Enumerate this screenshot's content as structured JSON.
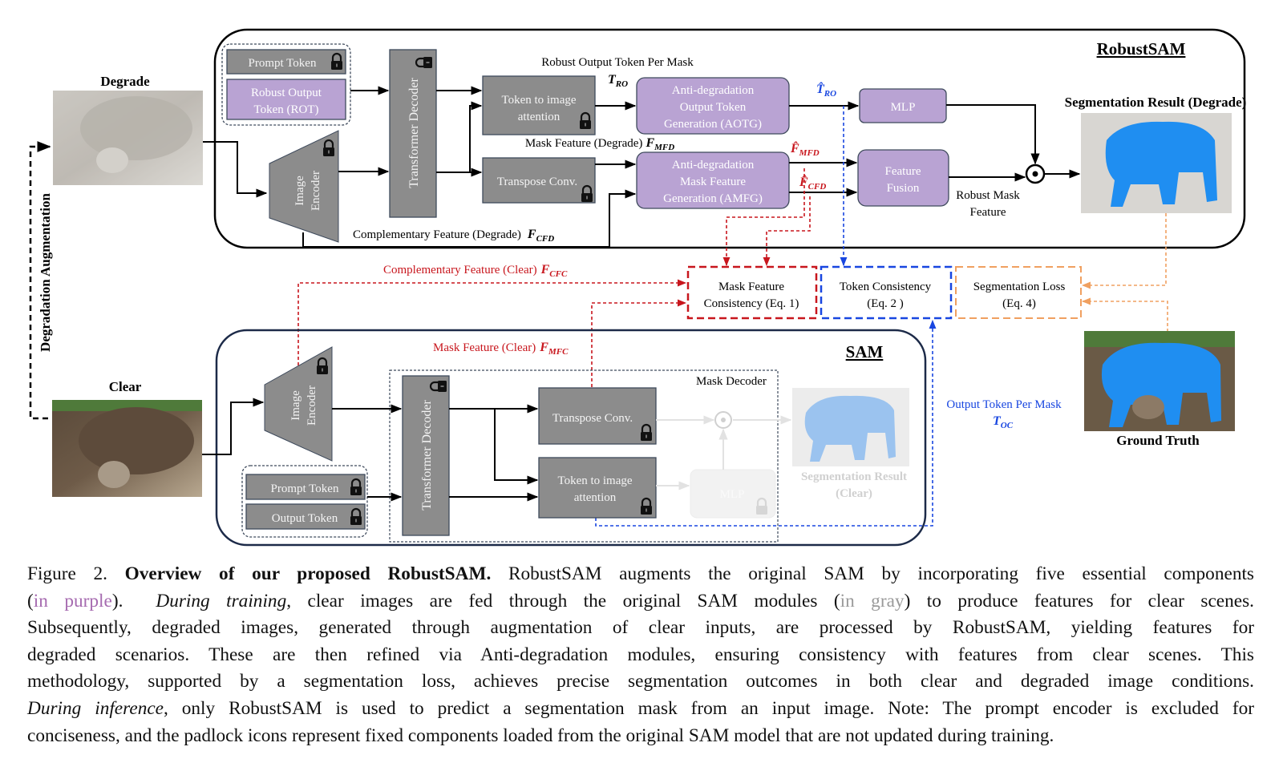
{
  "colors": {
    "sam_gray": "#8c8c8c",
    "robust_purple": "#b9a3d3",
    "box_border": "#3e4a5c",
    "mask_consistency": "#c8161d",
    "token_consistency": "#1846e0",
    "segmentation_loss": "#f0a060",
    "mask_fill": "#1f8ef1"
  },
  "inputs": {
    "degrade_label": "Degrade",
    "clear_label": "Clear",
    "augmentation_label": "Degradation Augmentation"
  },
  "robustsam": {
    "title": "RobustSAM",
    "prompt_token": "Prompt Token",
    "rot_line1": "Robust Output",
    "rot_line2": "Token (ROT)",
    "image_encoder_line1": "Image",
    "image_encoder_line2": "Encoder",
    "transformer_decoder": "Transformer Decoder",
    "token_to_image_line1": "Token to image",
    "token_to_image_line2": "attention",
    "transpose_conv": "Transpose Conv.",
    "robust_output_token_label": "Robust Output Token Per Mask",
    "t_ro": "T",
    "t_ro_sub": "RO",
    "mask_feature_label": "Mask Feature (Degrade)",
    "f_mfd": "F",
    "f_mfd_sub": "MFD",
    "complementary_label": "Complementary Feature (Degrade)",
    "f_cfd": "F",
    "f_cfd_sub": "CFD",
    "aotg_line1": "Anti-degradation",
    "aotg_line2": "Output Token",
    "aotg_line3": "Generation (AOTG)",
    "amfg_line1": "Anti-degradation",
    "amfg_line2": "Mask Feature",
    "amfg_line3": "Generation (AMFG)",
    "t_ro_hat": "T̂",
    "t_ro_hat_sub": "RO",
    "f_mfd_hat": "F̂",
    "f_mfd_hat_sub": "MFD",
    "f_cfd_hat": "F̂",
    "f_cfd_hat_sub": "CFD",
    "mlp": "MLP",
    "feature_fusion_line1": "Feature",
    "feature_fusion_line2": "Fusion",
    "robust_mask_line1": "Robust Mask",
    "robust_mask_line2": "Feature",
    "seg_result_label": "Segmentation Result (Degrade)"
  },
  "losses": {
    "complementary_clear_label": "Complementary Feature (Clear)",
    "f_cfc": "F",
    "f_cfc_sub": "CFC",
    "mask_consistency_line1": "Mask Feature",
    "mask_consistency_line2": "Consistency (Eq. 1)",
    "token_consistency_line1": "Token Consistency",
    "token_consistency_line2": "(Eq. 2 )",
    "seg_loss_line1": "Segmentation Loss",
    "seg_loss_line2": "(Eq. 4)",
    "mask_feature_clear_label": "Mask Feature (Clear)",
    "f_mfc": "F",
    "f_mfc_sub": "MFC",
    "output_token_label": "Output Token Per Mask",
    "t_oc": "T",
    "t_oc_sub": "OC",
    "ground_truth_label": "Ground Truth"
  },
  "sam": {
    "title": "SAM",
    "image_encoder_line1": "Image",
    "image_encoder_line2": "Encoder",
    "mask_decoder_label": "Mask Decoder",
    "transformer_decoder": "Transformer Decoder",
    "transpose_conv": "Transpose Conv.",
    "token_to_image_line1": "Token to image",
    "token_to_image_line2": "attention",
    "mlp": "MLP",
    "prompt_token": "Prompt Token",
    "output_token": "Output Token",
    "seg_result_line1": "Segmentation Result",
    "seg_result_line2": "(Clear)"
  },
  "caption": {
    "figure_num": "Figure 2.",
    "bold_title": "Overview of our proposed RobustSAM.",
    "l1_rest": "RobustSAM augments the original SAM by incorporating five essential components",
    "l2_open": "(",
    "l2_purple": "in purple",
    "l2_close": ").",
    "l2_italic": "During training",
    "l2_a": ", clear images are fed through the original SAM modules (",
    "l2_gray": "in gray",
    "l2_b": ") to produce features for clear scenes.",
    "l3": "Subsequently, degraded images, generated through augmentation of clear inputs, are processed by RobustSAM, yielding features for",
    "l4": "degraded scenarios.  These are then refined via Anti-degradation modules, ensuring consistency with features from clear scenes.  This",
    "l5": "methodology, supported by a segmentation loss, achieves precise segmentation outcomes in both clear and degraded image conditions.",
    "l6_italic": "During inference",
    "l6_rest": ", only RobustSAM is used to predict a segmentation mask from an input image. Note: The prompt encoder is excluded for",
    "l7": "conciseness, and the padlock icons represent fixed components loaded from the original SAM model that are not updated during training."
  }
}
